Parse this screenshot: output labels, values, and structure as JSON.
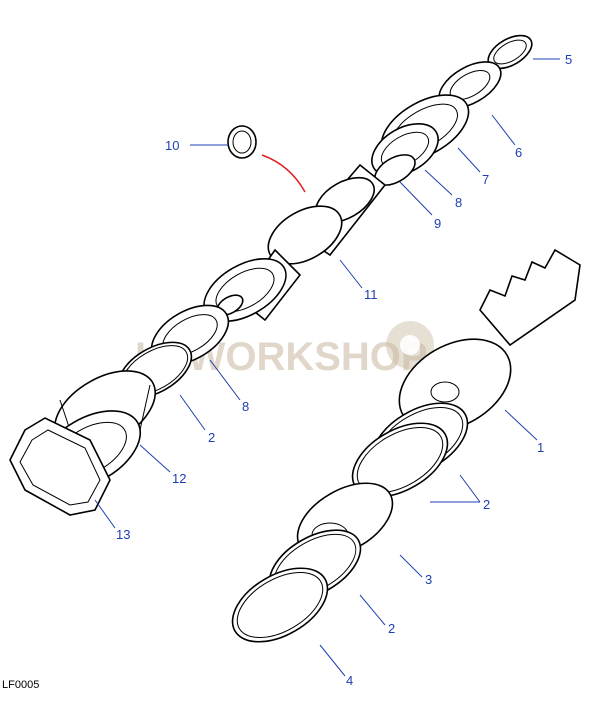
{
  "figure_code": "LF0005",
  "watermark": "LRWORKSHOP",
  "callouts": [
    "1",
    "2",
    "2",
    "2",
    "3",
    "4",
    "5",
    "6",
    "7",
    "8",
    "8",
    "9",
    "10",
    "11",
    "12",
    "13"
  ],
  "colors": {
    "callout": "#1f3fb0",
    "highlight": "#e02020",
    "watermark": "#c8b8a0"
  }
}
